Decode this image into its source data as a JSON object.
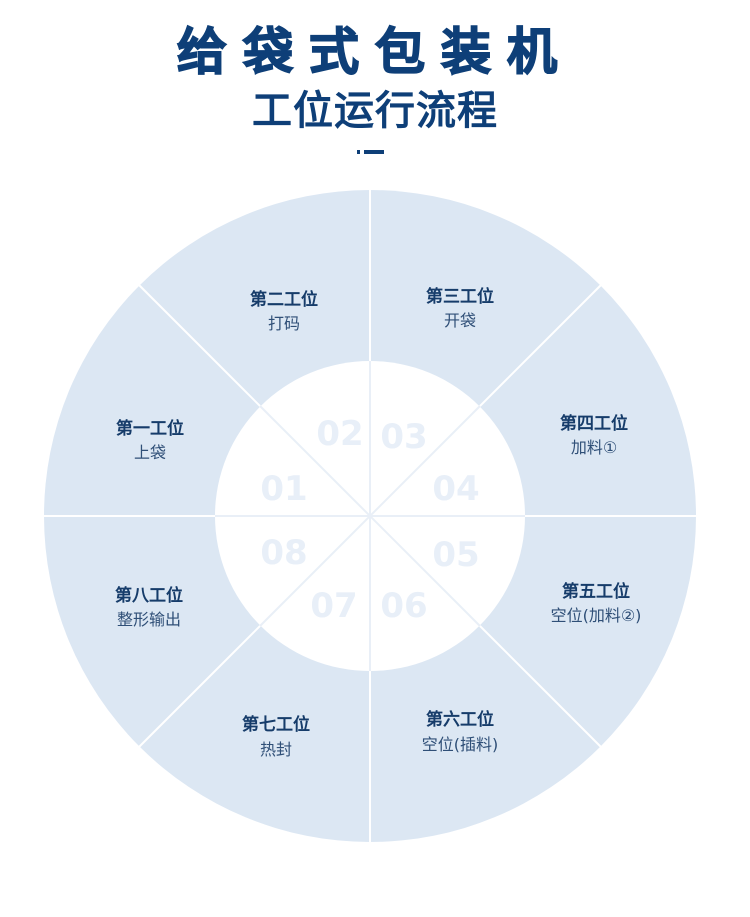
{
  "header": {
    "title": "给袋式包装机",
    "subtitle": "工位运行流程"
  },
  "colors": {
    "accent": "#0e3f78",
    "ring": "#dce7f3",
    "inner": "#ffffff",
    "divider": "#ffffff"
  },
  "stations": [
    {
      "num": "01",
      "title": "第一工位",
      "desc": "上袋"
    },
    {
      "num": "02",
      "title": "第二工位",
      "desc": "打码"
    },
    {
      "num": "03",
      "title": "第三工位",
      "desc": "开袋"
    },
    {
      "num": "04",
      "title": "第四工位",
      "desc": "加料①"
    },
    {
      "num": "05",
      "title": "第五工位",
      "desc": "空位(加料②)"
    },
    {
      "num": "06",
      "title": "第六工位",
      "desc": "空位(插料)"
    },
    {
      "num": "07",
      "title": "第七工位",
      "desc": "热封"
    },
    {
      "num": "08",
      "title": "第八工位",
      "desc": "整形输出"
    }
  ]
}
